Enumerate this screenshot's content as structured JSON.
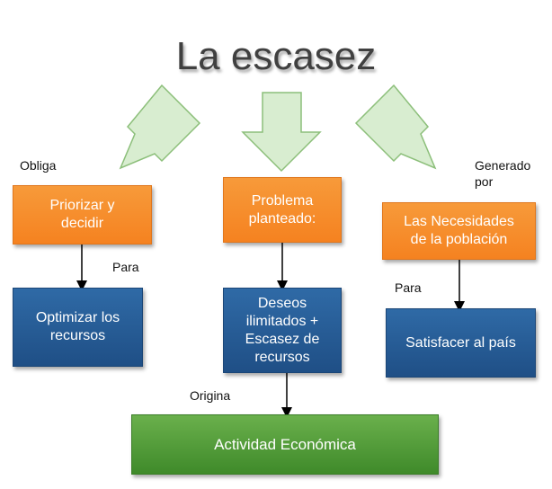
{
  "title": "La escasez",
  "labels": {
    "obliga": "Obliga",
    "para_left": "Para",
    "generado": "Generado",
    "por": "por",
    "para_right": "Para",
    "origina": "Origina"
  },
  "boxes": {
    "priorizar_line1": "Priorizar y",
    "priorizar_line2": "decidir",
    "problema_line1": "Problema",
    "problema_line2": "planteado:",
    "necesidades_line1": "Las Necesidades",
    "necesidades_line2": "de la población",
    "optimizar_line1": "Optimizar los",
    "optimizar_line2": "recursos",
    "deseos_line1": "Deseos",
    "deseos_line2": "ilimitados +",
    "deseos_line3": "Escasez de",
    "deseos_line4": "recursos",
    "satisfacer": "Satisfacer al país",
    "actividad": "Actividad Económica"
  },
  "colors": {
    "orange": "#f58220",
    "blue": "#1f4f86",
    "green": "#4a9a35",
    "arrow_fill": "#d8edd0",
    "arrow_stroke": "#8cbf7a"
  }
}
